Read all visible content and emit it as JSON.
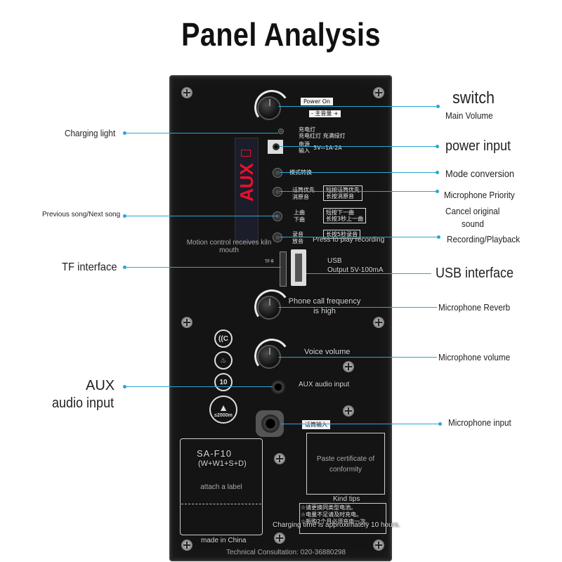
{
  "title": "Panel Analysis",
  "panel_text": {
    "power_on": "Power On",
    "main_volume_tag": "- 主音量 +",
    "charge_light_cn": [
      "充电灯",
      "充电红灯 充满绿灯"
    ],
    "power_input_cn": [
      "电源",
      "输入"
    ],
    "power_spec": "5V⎓1A-2A",
    "mode_cn": "模式转换",
    "mic_priority_cn": [
      "话筒优先",
      "消原音"
    ],
    "mic_priority_box": [
      "短按话筒优先",
      "长按消原音"
    ],
    "song_cn": [
      "上曲",
      "下曲"
    ],
    "song_box": [
      "短按下一曲",
      "长按3秒上一曲"
    ],
    "record_cn": [
      "录音",
      "放音"
    ],
    "record_box": "长按5秒录音",
    "press_to_play": "Press to play recording",
    "motion_control": "Motion control receives kiln mouth",
    "tf_label": "TF卡",
    "usb_label": "USB",
    "usb_output": "Output 5V-100mA",
    "phone_call": "Phone call frequency is high",
    "voice_volume": "Voice volume",
    "aux_audio_input": "AUX audio input",
    "mic_input_tag": "话筒输入",
    "model": "SA-F10",
    "model_sub": "(W+W1+S+D)",
    "attach_label": "attach a label",
    "paste_cert": "Paste certificate of conformity",
    "kind_tips": "Kind tips",
    "kind_tips_cn": [
      "☆请更换同类型电池。",
      "☆电量不足请及时充电。",
      "☆新购2个月必须充电一次。"
    ],
    "charging_time": "Charging time is approximately 10 hours.",
    "made_in": "made in China",
    "consultation": "Technical Consultation: 020-36880298",
    "display_text": "AUX",
    "cert_10": "10",
    "cert_2000": "≤2000m"
  },
  "callouts": {
    "switch": "switch",
    "main_volume": "Main Volume",
    "charging_light": "Charging light",
    "power_input": "power input",
    "mode_conversion": "Mode conversion",
    "microphone_priority": "Microphone Priority",
    "cancel_original_sound": [
      "Cancel original",
      "sound"
    ],
    "previous_next_song": "Previous song/Next song",
    "recording_playback": "Recording/Playback",
    "tf_interface": "TF interface",
    "usb_interface": "USB interface",
    "microphone_reverb": "Microphone Reverb",
    "microphone_volume": "Microphone volume",
    "aux_audio_input": [
      "AUX",
      "audio input"
    ],
    "microphone_input": "Microphone input"
  },
  "colors": {
    "leader": "#2aa6d6",
    "panel": "#141414",
    "display_red": "#e8102a"
  }
}
